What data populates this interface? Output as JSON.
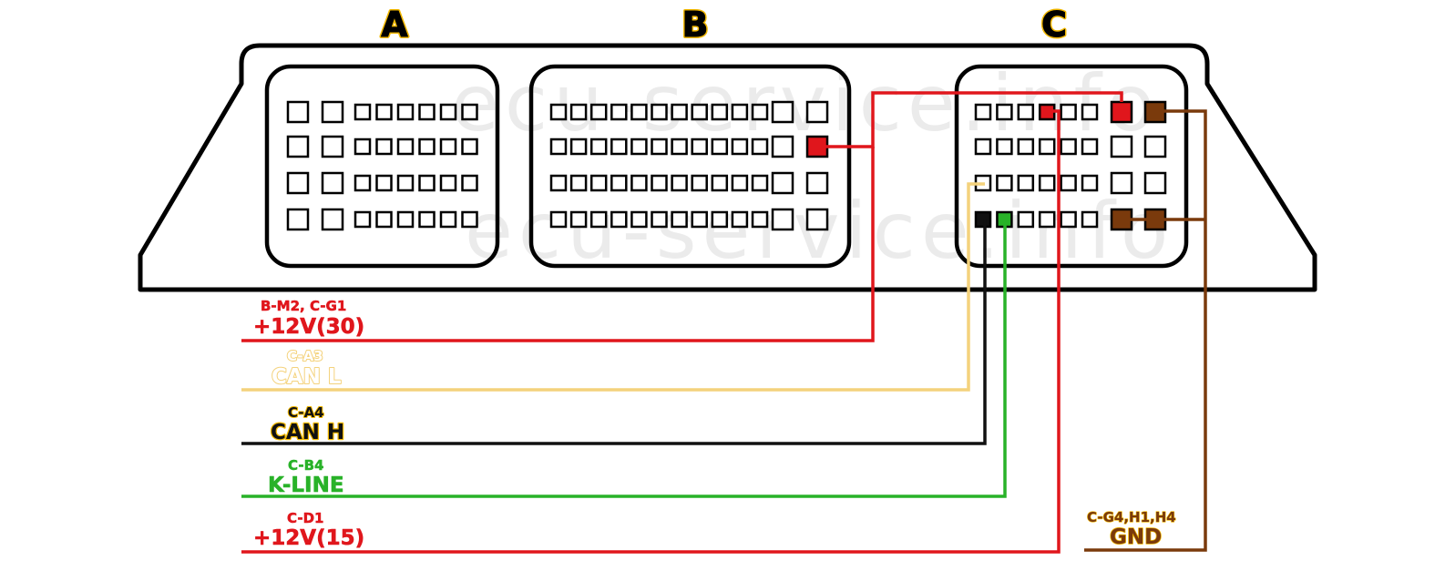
{
  "connectors": [
    {
      "letter": "A"
    },
    {
      "letter": "B"
    },
    {
      "letter": "C"
    }
  ],
  "watermark": "ecu-service.info",
  "wires": [
    {
      "pins": "B-M2, C-G1",
      "name": "+12V(30)",
      "color": "#e0161c"
    },
    {
      "pins": "C-A3",
      "name": "CAN L",
      "color": "#f4d27c"
    },
    {
      "pins": "C-A4",
      "name": "CAN H",
      "color": "#111111"
    },
    {
      "pins": "C-B4",
      "name": "K-LINE",
      "color": "#28b228"
    },
    {
      "pins": "C-D1",
      "name": "+12V(15)",
      "color": "#e0161c"
    },
    {
      "pins": "C-G4,H1,H4",
      "name": "GND",
      "color": "#7a3a0c"
    }
  ],
  "colors": {
    "housing": "#000000",
    "red": "#e0161c",
    "can_l": "#f4d27c",
    "black": "#111111",
    "green": "#28b228",
    "brown": "#7a3a0c",
    "letter_glow": "#f2b800"
  }
}
